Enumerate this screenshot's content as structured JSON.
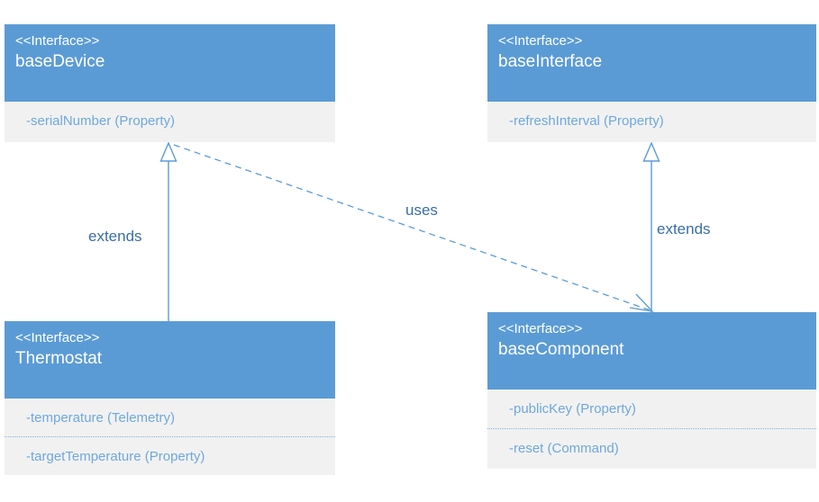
{
  "diagram": {
    "type": "uml-interface-diagram",
    "background_color": "#ffffff",
    "accent_color": "#5b9bd5",
    "body_color": "#f1f1f1",
    "member_text_color": "#6ea8dc",
    "connector_color": "#5b9bd5",
    "label_color": "#3a6ea5"
  },
  "boxes": [
    {
      "id": "baseDevice",
      "stereotype": "<<Interface>>",
      "name": "baseDevice",
      "members": [
        {
          "text": "-serialNumber (Property)",
          "visibility": "-",
          "member": "serialNumber",
          "kind": "Property"
        }
      ]
    },
    {
      "id": "baseInterface",
      "stereotype": "<<Interface>>",
      "name": "baseInterface",
      "members": [
        {
          "text": "-refreshInterval (Property)",
          "visibility": "-",
          "member": "refreshInterval",
          "kind": "Property"
        }
      ]
    },
    {
      "id": "Thermostat",
      "stereotype": "<<Interface>>",
      "name": "Thermostat",
      "members": [
        {
          "text": "-temperature (Telemetry)",
          "visibility": "-",
          "member": "temperature",
          "kind": "Telemetry"
        },
        {
          "text": "-targetTemperature (Property)",
          "visibility": "-",
          "member": "targetTemperature",
          "kind": "Property"
        }
      ]
    },
    {
      "id": "baseComponent",
      "stereotype": "<<Interface>>",
      "name": "baseComponent",
      "members": [
        {
          "text": "-publicKey (Property)",
          "visibility": "-",
          "member": "publicKey",
          "kind": "Property"
        },
        {
          "text": "-reset (Command)",
          "visibility": "-",
          "member": "reset",
          "kind": "Command"
        }
      ]
    }
  ],
  "connectors": [
    {
      "id": "thermostat-extends-basedevice",
      "label": "extends",
      "from": "Thermostat",
      "to": "baseDevice",
      "style": "solid",
      "arrowhead": "hollow-triangle"
    },
    {
      "id": "basecomponent-extends-baseinterface",
      "label": "extends",
      "from": "baseComponent",
      "to": "baseInterface",
      "style": "solid",
      "arrowhead": "hollow-triangle"
    },
    {
      "id": "basecomponent-uses-basedevice",
      "label": "uses",
      "from": "baseDevice",
      "to": "baseComponent",
      "style": "dashed",
      "arrowhead": "open"
    }
  ]
}
